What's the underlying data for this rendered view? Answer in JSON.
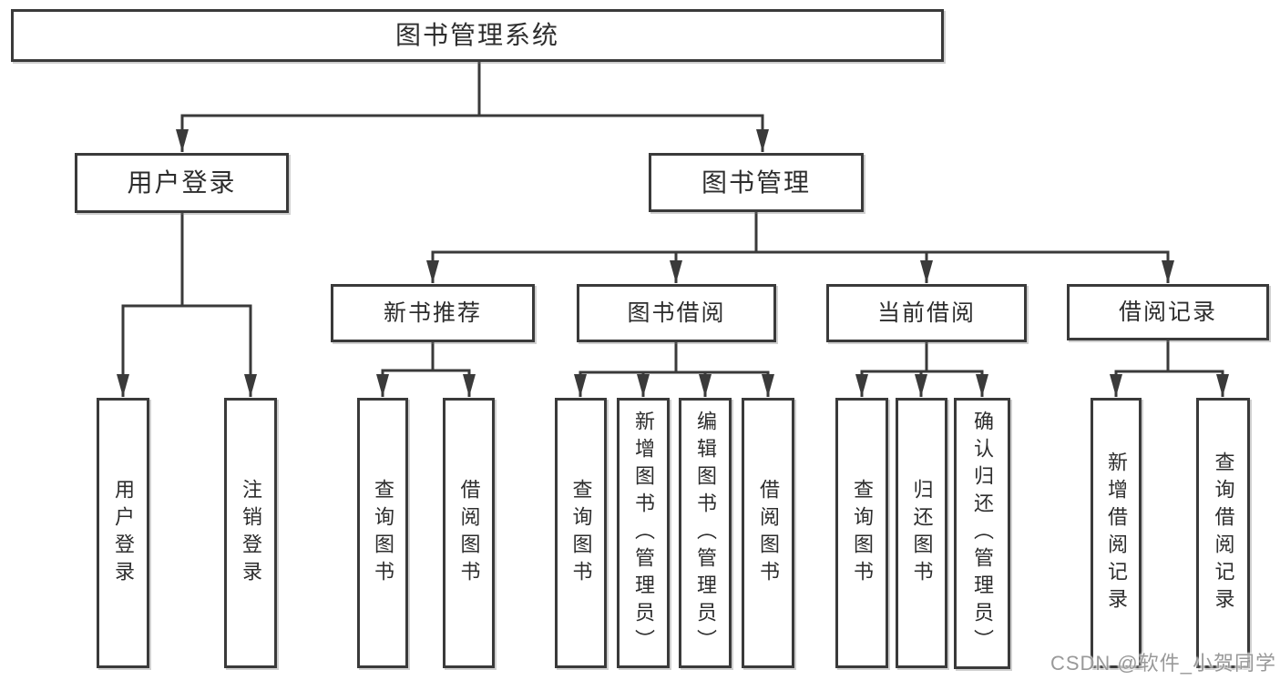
{
  "diagram": {
    "root": {
      "label": "图书管理系统"
    },
    "level2": [
      {
        "label": "用户登录",
        "children": [
          "用户登录",
          "注销登录"
        ]
      },
      {
        "label": "图书管理"
      }
    ],
    "sections": [
      {
        "label": "新书推荐",
        "children": [
          "查询图书",
          "借阅图书"
        ]
      },
      {
        "label": "图书借阅",
        "children": [
          "查询图书",
          "新增图书（管理员）",
          "编辑图书（管理员）",
          "借阅图书"
        ]
      },
      {
        "label": "当前借阅",
        "children": [
          "查询图书",
          "归还图书",
          "确认归还（管理员）"
        ]
      },
      {
        "label": "借阅记录",
        "children": [
          "新增借阅记录",
          "查询借阅记录"
        ]
      }
    ]
  },
  "watermark": {
    "text": "CSDN @软件_小贺同学"
  },
  "colors": {
    "line": "#3a3a3a",
    "text": "#2d2d2d",
    "watermark": "#949494"
  }
}
